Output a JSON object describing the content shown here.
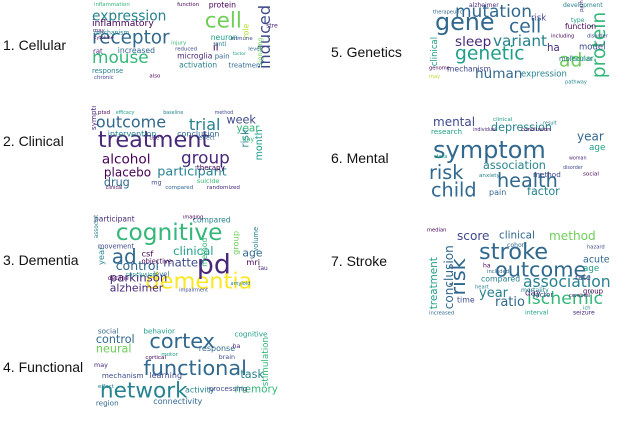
{
  "palette": [
    "#440154",
    "#482878",
    "#3e4989",
    "#31688e",
    "#26828e",
    "#1f9e89",
    "#35b779",
    "#6ece58",
    "#b5de2b",
    "#fde725"
  ],
  "topics": [
    {
      "label": "1. Cellular",
      "words": [
        {
          "text": "mouse",
          "c": 6
        },
        {
          "text": "receptor",
          "c": 3
        },
        {
          "text": "cell",
          "c": 7
        },
        {
          "text": "induced",
          "c": 2
        },
        {
          "text": "expression",
          "c": 4
        },
        {
          "text": "inflammatory",
          "c": 0
        },
        {
          "text": "microglia",
          "c": 1
        },
        {
          "text": "activation",
          "c": 4
        },
        {
          "text": "protein",
          "c": 0
        },
        {
          "text": "neuron",
          "c": 5
        },
        {
          "text": "role",
          "c": 8
        },
        {
          "text": "increased",
          "c": 3
        },
        {
          "text": "rat",
          "c": 1
        },
        {
          "text": "response",
          "c": 4
        },
        {
          "text": "signaling",
          "c": 7
        },
        {
          "text": "il",
          "c": 0
        },
        {
          "text": "stress",
          "c": 1
        },
        {
          "text": "pain",
          "c": 3
        },
        {
          "text": "treatment",
          "c": 3
        },
        {
          "text": "chronic",
          "c": 2
        },
        {
          "text": "inflammation",
          "c": 6
        },
        {
          "text": "function",
          "c": 0
        },
        {
          "text": "anti",
          "c": 4
        },
        {
          "text": "immune",
          "c": 2
        },
        {
          "text": "mechanism",
          "c": 4
        },
        {
          "text": "injury",
          "c": 6
        },
        {
          "text": "level",
          "c": 3
        },
        {
          "text": "reduced",
          "c": 2
        },
        {
          "text": "cytokine",
          "c": 0
        },
        {
          "text": "may",
          "c": 1
        },
        {
          "text": "also",
          "c": 0
        },
        {
          "text": "factor",
          "c": 5
        }
      ]
    },
    {
      "label": "2. Clinical",
      "words": [
        {
          "text": "treatment",
          "c": 1
        },
        {
          "text": "outcome",
          "c": 3
        },
        {
          "text": "group",
          "c": 1
        },
        {
          "text": "trial",
          "c": 4
        },
        {
          "text": "alcohol",
          "c": 0
        },
        {
          "text": "participant",
          "c": 4
        },
        {
          "text": "placebo",
          "c": 0
        },
        {
          "text": "drug",
          "c": 3
        },
        {
          "text": "week",
          "c": 2
        },
        {
          "text": "year",
          "c": 6
        },
        {
          "text": "risk",
          "c": 4
        },
        {
          "text": "month",
          "c": 5
        },
        {
          "text": "intervention",
          "c": 4
        },
        {
          "text": "conclusion",
          "c": 3
        },
        {
          "text": "day",
          "c": 6
        },
        {
          "text": "symptom",
          "c": 1
        },
        {
          "text": "therapy",
          "c": 0
        },
        {
          "text": "mg",
          "c": 2
        },
        {
          "text": "compared",
          "c": 3
        },
        {
          "text": "randomized",
          "c": 1
        },
        {
          "text": "suicide",
          "c": 6
        },
        {
          "text": "ptsd",
          "c": 0
        },
        {
          "text": "efficacy",
          "c": 5
        },
        {
          "text": "baseline",
          "c": 4
        },
        {
          "text": "method",
          "c": 2
        },
        {
          "text": "clinical",
          "c": 0
        },
        {
          "text": "effect",
          "c": 3
        },
        {
          "text": "use",
          "c": 1
        }
      ]
    },
    {
      "label": "3. Dementia",
      "words": [
        {
          "text": "cognitive",
          "c": 6
        },
        {
          "text": "dementia",
          "c": 9
        },
        {
          "text": "pd",
          "c": 1
        },
        {
          "text": "ad",
          "c": 3
        },
        {
          "text": "control",
          "c": 3
        },
        {
          "text": "clinical",
          "c": 5
        },
        {
          "text": "parkinson",
          "c": 1
        },
        {
          "text": "alzheimer",
          "c": 1
        },
        {
          "text": "matter",
          "c": 2
        },
        {
          "text": "csf",
          "c": 0
        },
        {
          "text": "age",
          "c": 3
        },
        {
          "text": "mri",
          "c": 0
        },
        {
          "text": "participant",
          "c": 1
        },
        {
          "text": "compared",
          "c": 4
        },
        {
          "text": "group",
          "c": 7
        },
        {
          "text": "year",
          "c": 4
        },
        {
          "text": "method",
          "c": 6
        },
        {
          "text": "volume",
          "c": 4
        },
        {
          "text": "objective",
          "c": 0
        },
        {
          "text": "movement",
          "c": 2
        },
        {
          "text": "level",
          "c": 3
        },
        {
          "text": "conclusion",
          "c": 5
        },
        {
          "text": "decline",
          "c": 0
        },
        {
          "text": "association",
          "c": 4
        },
        {
          "text": "imaging",
          "c": 0
        },
        {
          "text": "tau",
          "c": 1
        },
        {
          "text": "impairment",
          "c": 2
        },
        {
          "text": "amyloid",
          "c": 4
        }
      ]
    },
    {
      "label": "4. Functional",
      "words": [
        {
          "text": "cortex",
          "c": 3
        },
        {
          "text": "network",
          "c": 4
        },
        {
          "text": "functional",
          "c": 3
        },
        {
          "text": "control",
          "c": 3
        },
        {
          "text": "neural",
          "c": 7
        },
        {
          "text": "task",
          "c": 4
        },
        {
          "text": "memory",
          "c": 6
        },
        {
          "text": "stimulation",
          "c": 6
        },
        {
          "text": "connectivity",
          "c": 3
        },
        {
          "text": "activity",
          "c": 4
        },
        {
          "text": "processing",
          "c": 2
        },
        {
          "text": "learning",
          "c": 2
        },
        {
          "text": "mechanism",
          "c": 2
        },
        {
          "text": "region",
          "c": 3
        },
        {
          "text": "response",
          "c": 3
        },
        {
          "text": "cognitive",
          "c": 5
        },
        {
          "text": "behavior",
          "c": 5
        },
        {
          "text": "social",
          "c": 3
        },
        {
          "text": "may",
          "c": 1
        },
        {
          "text": "ha",
          "c": 1
        },
        {
          "text": "motor",
          "c": 5
        },
        {
          "text": "cortical",
          "c": 0
        },
        {
          "text": "brain",
          "c": 2
        },
        {
          "text": "effect",
          "c": 4
        }
      ]
    },
    {
      "label": "5. Genetics",
      "words": [
        {
          "text": "gene",
          "c": 3
        },
        {
          "text": "mutation",
          "c": 3
        },
        {
          "text": "cell",
          "c": 3
        },
        {
          "text": "variant",
          "c": 4
        },
        {
          "text": "genetic",
          "c": 5
        },
        {
          "text": "protein",
          "c": 6
        },
        {
          "text": "sleep",
          "c": 1
        },
        {
          "text": "human",
          "c": 3
        },
        {
          "text": "ad",
          "c": 7
        },
        {
          "text": "expression",
          "c": 4
        },
        {
          "text": "mechanism",
          "c": 2
        },
        {
          "text": "clinical",
          "c": 5
        },
        {
          "text": "risk",
          "c": 2
        },
        {
          "text": "ha",
          "c": 1
        },
        {
          "text": "model",
          "c": 2
        },
        {
          "text": "molecular",
          "c": 3
        },
        {
          "text": "function",
          "c": 0
        },
        {
          "text": "tumor",
          "c": 6
        },
        {
          "text": "pathway",
          "c": 4
        },
        {
          "text": "alzheimer",
          "c": 1
        },
        {
          "text": "development",
          "c": 4
        },
        {
          "text": "genome",
          "c": 0
        },
        {
          "text": "disorder",
          "c": 2
        },
        {
          "text": "pathology",
          "c": 1
        },
        {
          "text": "including",
          "c": 0
        },
        {
          "text": "type",
          "c": 5
        },
        {
          "text": "may",
          "c": 8
        },
        {
          "text": "therapeutic",
          "c": 3
        }
      ]
    },
    {
      "label": "6. Mental",
      "words": [
        {
          "text": "symptom",
          "c": 3
        },
        {
          "text": "risk",
          "c": 3
        },
        {
          "text": "child",
          "c": 3
        },
        {
          "text": "health",
          "c": 3
        },
        {
          "text": "mental",
          "c": 2
        },
        {
          "text": "depression",
          "c": 4
        },
        {
          "text": "year",
          "c": 3
        },
        {
          "text": "association",
          "c": 4
        },
        {
          "text": "age",
          "c": 5
        },
        {
          "text": "pain",
          "c": 3
        },
        {
          "text": "factor",
          "c": 4
        },
        {
          "text": "research",
          "c": 5
        },
        {
          "text": "method",
          "c": 2
        },
        {
          "text": "conclusion",
          "c": 0
        },
        {
          "text": "individual",
          "c": 1
        },
        {
          "text": "clinical",
          "c": 5
        },
        {
          "text": "anxiety",
          "c": 4
        },
        {
          "text": "social",
          "c": 0
        },
        {
          "text": "data",
          "c": 5
        },
        {
          "text": "woman",
          "c": 1
        },
        {
          "text": "result",
          "c": 4
        },
        {
          "text": "disorder",
          "c": 2
        }
      ]
    },
    {
      "label": "7. Stroke",
      "words": [
        {
          "text": "stroke",
          "c": 3
        },
        {
          "text": "risk",
          "c": 3
        },
        {
          "text": "outcome",
          "c": 3
        },
        {
          "text": "association",
          "c": 4
        },
        {
          "text": "ischemic",
          "c": 6
        },
        {
          "text": "year",
          "c": 4
        },
        {
          "text": "score",
          "c": 2
        },
        {
          "text": "clinical",
          "c": 3
        },
        {
          "text": "method",
          "c": 7
        },
        {
          "text": "ratio",
          "c": 3
        },
        {
          "text": "conclusion",
          "c": 3
        },
        {
          "text": "treatment",
          "c": 5
        },
        {
          "text": "acute",
          "c": 3
        },
        {
          "text": "age",
          "c": 5
        },
        {
          "text": "rate",
          "c": 2
        },
        {
          "text": "compared",
          "c": 4
        },
        {
          "text": "day",
          "c": 1
        },
        {
          "text": "time",
          "c": 2
        },
        {
          "text": "mortality",
          "c": 4
        },
        {
          "text": "factor",
          "c": 2
        },
        {
          "text": "cohort",
          "c": 3
        },
        {
          "text": "group",
          "c": 0
        },
        {
          "text": "cerebral",
          "c": 1
        },
        {
          "text": "ha",
          "c": 0
        },
        {
          "text": "included",
          "c": 3
        },
        {
          "text": "interval",
          "c": 5
        },
        {
          "text": "seizure",
          "c": 1
        },
        {
          "text": "median",
          "c": 0
        },
        {
          "text": "heart",
          "c": 4
        },
        {
          "text": "hazard",
          "c": 2
        },
        {
          "text": "increased",
          "c": 3
        },
        {
          "text": "ich",
          "c": 4
        }
      ]
    }
  ]
}
